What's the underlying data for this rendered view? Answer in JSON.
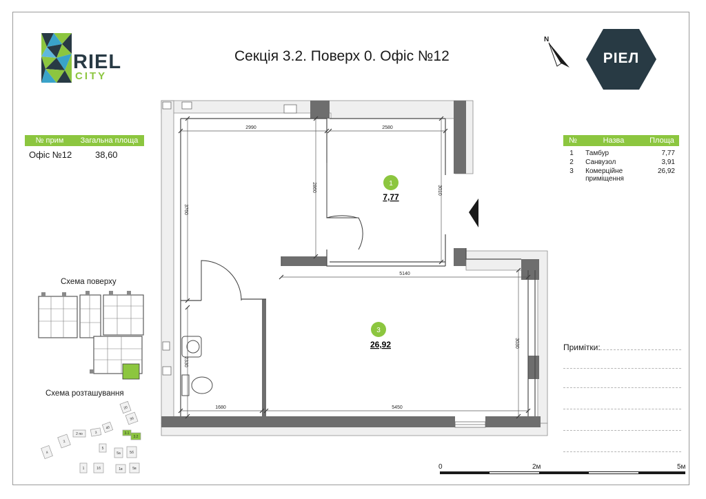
{
  "page": {
    "title": "Секція 3.2. Поверх 0. Офіс №12",
    "north_label": "N"
  },
  "brand": {
    "logo_riel": "RIEL",
    "logo_city": "CITY",
    "badge_text": "РІЕЛ",
    "badge_color": "#283a44",
    "accent_color": "#8cc63f"
  },
  "summary": {
    "col_number_label": "№ прим",
    "col_area_label": "Загальна площа",
    "office_name": "Офіс №12",
    "total_area": "38,60"
  },
  "rooms_table": {
    "col_no": "№",
    "col_name": "Назва",
    "col_area": "Площа",
    "rows": [
      {
        "no": "1",
        "name": "Тамбур",
        "area": "7,77"
      },
      {
        "no": "2",
        "name": "Санвузол",
        "area": "3,91"
      },
      {
        "no": "3",
        "name": "Комерційне приміщення",
        "area": "26,92"
      }
    ]
  },
  "plan": {
    "rooms": [
      {
        "number": "1",
        "area": "7,77"
      },
      {
        "number": "3",
        "area": "26,92"
      }
    ],
    "dimensions": {
      "top_left": "2990",
      "top_right": "2580",
      "left_vertical": "3760",
      "tambour_vertical": "2860",
      "tambour_right_vertical": "3010",
      "main_width": "5140",
      "main_right_vertical": "3030",
      "bathroom_vertical": "2330",
      "bottom_left": "1680",
      "bottom_right": "5450"
    }
  },
  "schemes": {
    "floor_scheme_caption": "Схема поверху",
    "site_scheme_caption": "Схема розташування",
    "site_labels": [
      "4",
      "2",
      "2 по",
      "3",
      "1",
      "1б",
      "5",
      "5а",
      "5б",
      "1в",
      "5в",
      "40",
      "3.1",
      "3.2",
      "20",
      "3б"
    ]
  },
  "notes": {
    "label": "Примітки:"
  },
  "scale": {
    "start": "0",
    "mid": "2м",
    "end": "5м"
  }
}
